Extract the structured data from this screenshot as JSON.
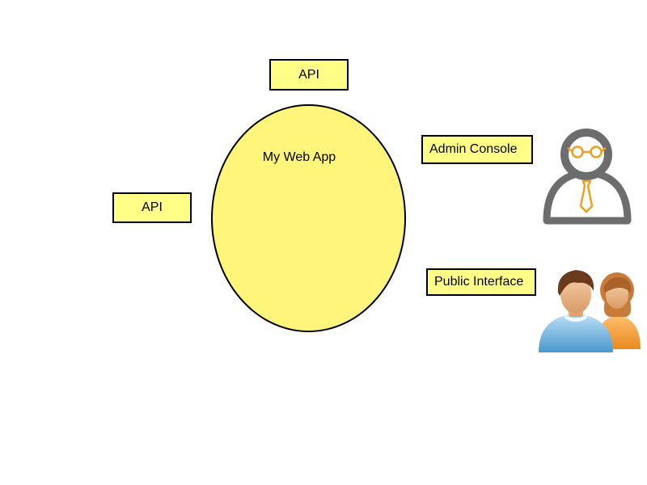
{
  "diagram": {
    "app": {
      "label": "My Web App",
      "fill": "#fff57a"
    },
    "boxes": {
      "api_top": "API",
      "api_left": "API",
      "admin_console": "Admin Console",
      "public_interface": "Public Interface"
    },
    "colors": {
      "box_fill": "#ffff88",
      "border": "#000000",
      "admin_icon": "#6d6d6d",
      "admin_accent": "#f0a020"
    },
    "icons": {
      "admin": "admin-user-icon",
      "users": "public-users-icon"
    }
  }
}
